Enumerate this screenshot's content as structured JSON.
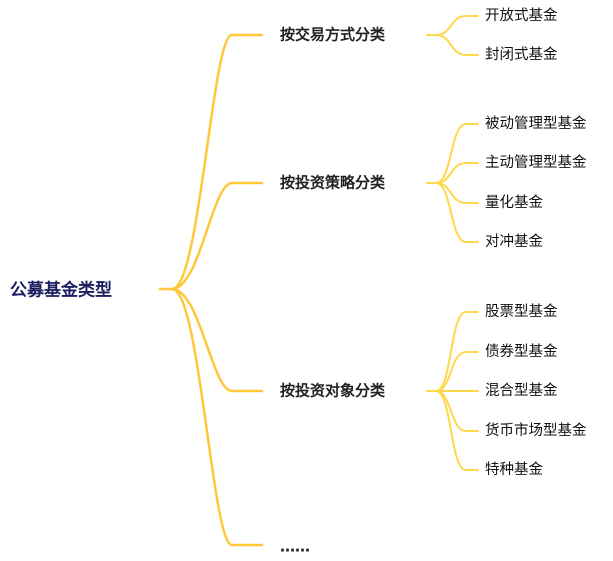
{
  "root": "公募基金类型",
  "colors": {
    "branch": "#FFC83A",
    "leaf_branch": "#FFD84A",
    "root_text": "#1c2060"
  },
  "branches": [
    {
      "label": "按交易方式分类",
      "children": [
        "开放式基金",
        "封闭式基金"
      ]
    },
    {
      "label": "按投资策略分类",
      "children": [
        "被动管理型基金",
        "主动管理型基金",
        "量化基金",
        "对冲基金"
      ]
    },
    {
      "label": "按投资对象分类",
      "children": [
        "股票型基金",
        "债券型基金",
        "混合型基金",
        "货币市场型基金",
        "特种基金"
      ]
    },
    {
      "label": "……",
      "children": []
    }
  ]
}
